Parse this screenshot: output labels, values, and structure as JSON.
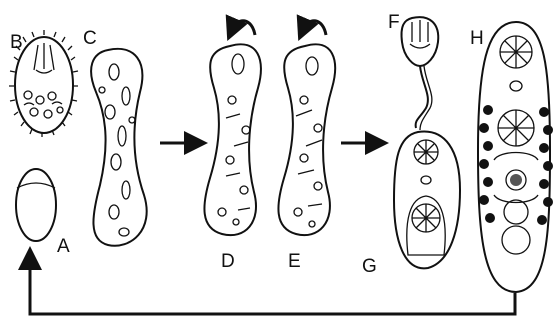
{
  "labels": {
    "A": "A",
    "B": "B",
    "C": "C",
    "D": "D",
    "E": "E",
    "F": "F",
    "G": "G",
    "H": "H"
  },
  "arrows": {
    "c_to_d": "right-arrow",
    "e_to_g": "right-arrow",
    "return_loop": "loop-arrow",
    "d_rotation": "curved-arrow",
    "e_rotation": "curved-arrow"
  }
}
